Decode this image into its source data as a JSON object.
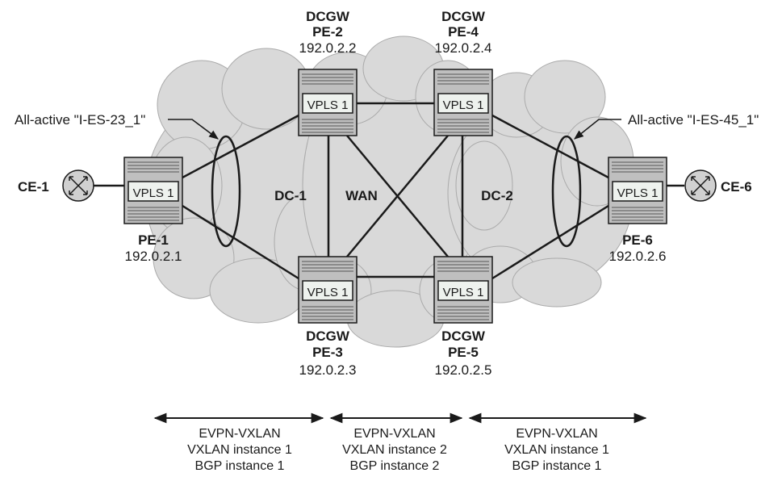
{
  "colors": {
    "cloud_fill": "#d9d9d9",
    "router_body": "#bfbfbf",
    "vpls_fill": "#eef2ee",
    "line": "#1a1a1a"
  },
  "clouds": {
    "dc1": "DC-1",
    "wan": "WAN",
    "dc2": "DC-2"
  },
  "ces": {
    "ce1": {
      "label": "CE-1"
    },
    "ce6": {
      "label": "CE-6"
    }
  },
  "routers": {
    "pe1": {
      "role": "",
      "name": "PE-1",
      "ip": "192.0.2.1",
      "service": "VPLS 1"
    },
    "pe2": {
      "role": "DCGW",
      "name": "PE-2",
      "ip": "192.0.2.2",
      "service": "VPLS 1"
    },
    "pe3": {
      "role": "DCGW",
      "name": "PE-3",
      "ip": "192.0.2.3",
      "service": "VPLS 1"
    },
    "pe4": {
      "role": "DCGW",
      "name": "PE-4",
      "ip": "192.0.2.4",
      "service": "VPLS 1"
    },
    "pe5": {
      "role": "DCGW",
      "name": "PE-5",
      "ip": "192.0.2.5",
      "service": "VPLS 1"
    },
    "pe6": {
      "role": "",
      "name": "PE-6",
      "ip": "192.0.2.6",
      "service": "VPLS 1"
    }
  },
  "ethernet_segments": {
    "es23": "All-active \"I-ES-23_1\"",
    "es45": "All-active \"I-ES-45_1\""
  },
  "bands": [
    {
      "line1": "EVPN-VXLAN",
      "line2": "VXLAN instance 1",
      "line3": "BGP instance 1"
    },
    {
      "line1": "EVPN-VXLAN",
      "line2": "VXLAN instance 2",
      "line3": "BGP instance 2"
    },
    {
      "line1": "EVPN-VXLAN",
      "line2": "VXLAN instance 1",
      "line3": "BGP instance 1"
    }
  ]
}
